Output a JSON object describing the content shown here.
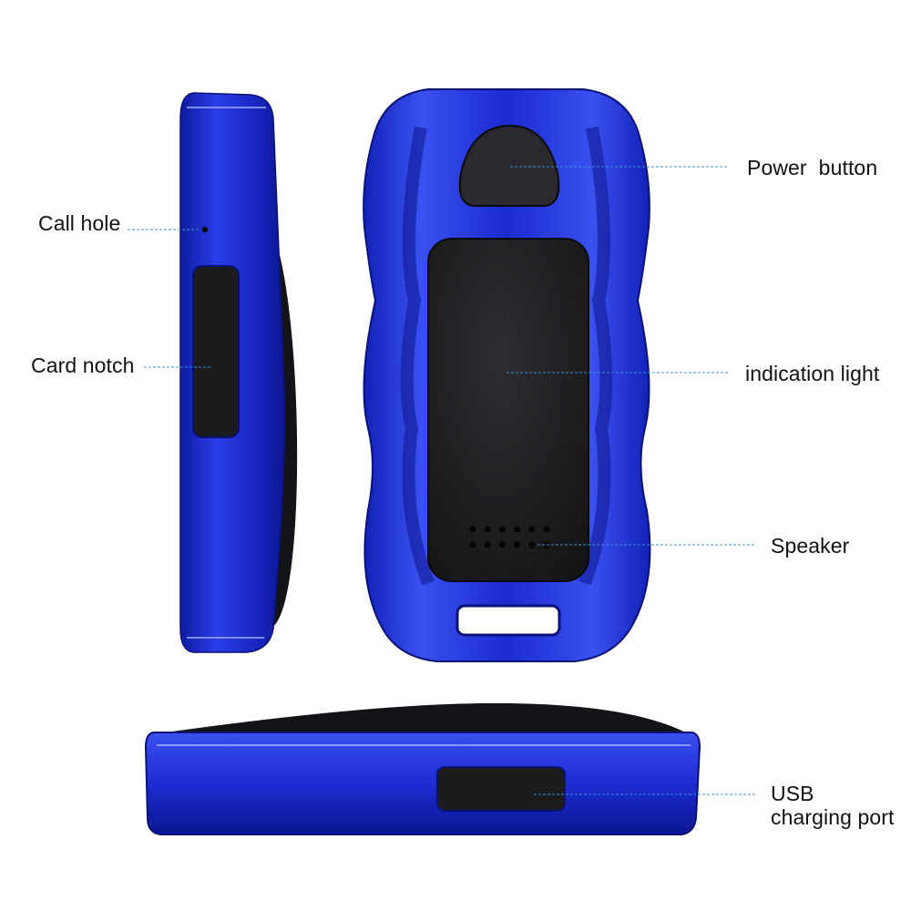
{
  "callouts": {
    "call_hole": "Call hole",
    "card_notch": "Card notch",
    "power_button": "Power  button",
    "indication_light": "indication light",
    "speaker": "Speaker",
    "usb_line1": "USB",
    "usb_line2": "charging port"
  },
  "colors": {
    "body_blue": "#1f2fd0",
    "body_blue_light": "#4a5cf0",
    "body_blue_dark": "#0d168a",
    "panel_black": "#1c1c1e",
    "leader_line": "#3c8fd6",
    "label_text": "#111111"
  },
  "speaker_grille": {
    "rows": 2,
    "holes_per_row": 6
  }
}
